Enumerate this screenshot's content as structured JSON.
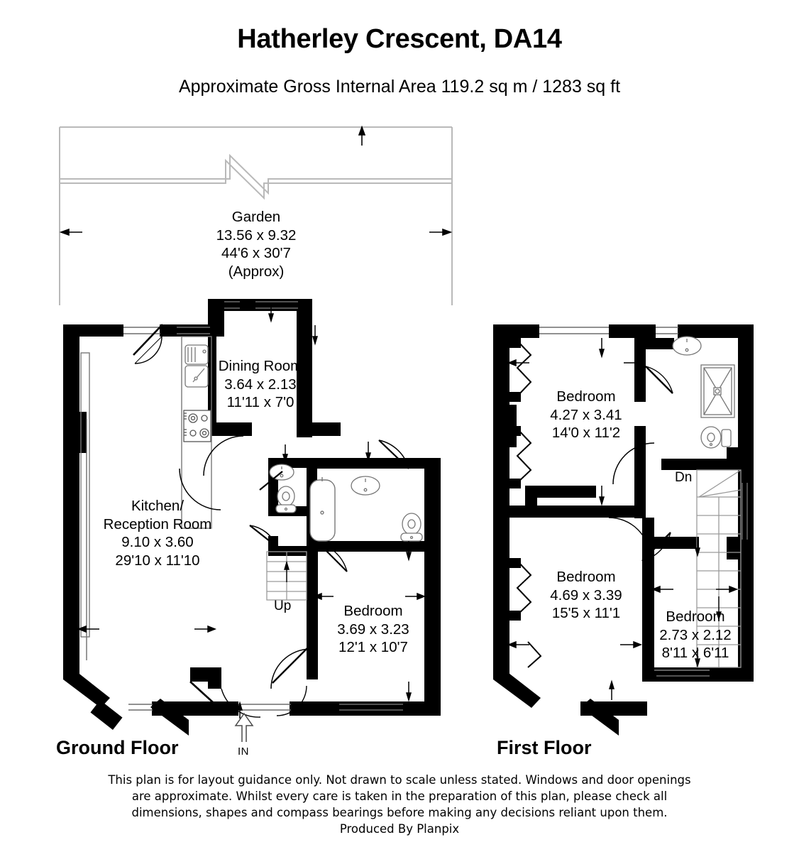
{
  "header": {
    "title": "Hatherley Crescent, DA14",
    "subtitle": "Approximate Gross Internal Area 119.2 sq m / 1283 sq ft"
  },
  "floors": [
    {
      "id": "ground",
      "label": "Ground Floor"
    },
    {
      "id": "first",
      "label": "First Floor"
    }
  ],
  "ground_floor": {
    "garden": {
      "name": "Garden",
      "metric": "13.56 x 9.32",
      "imperial": "44'6 x 30'7",
      "note": "(Approx)"
    },
    "dining_room": {
      "name": "Dining Room",
      "metric": "3.64 x 2.13",
      "imperial": "11'11 x 7'0"
    },
    "kitchen": {
      "name_line1": "Kitchen/",
      "name_line2": "Reception Room",
      "metric": "9.10 x 3.60",
      "imperial": "29'10 x 11'10"
    },
    "bedroom": {
      "name": "Bedroom",
      "metric": "3.69 x 3.23",
      "imperial": "12'1 x 10'7"
    },
    "stairs_label": "Up",
    "entrance_label": "IN"
  },
  "first_floor": {
    "bedroom_1": {
      "name": "Bedroom",
      "metric": "4.27 x 3.41",
      "imperial": "14'0 x 11'2"
    },
    "bedroom_2": {
      "name": "Bedroom",
      "metric": "4.69 x 3.39",
      "imperial": "15'5 x 11'1"
    },
    "bedroom_3": {
      "name": "Bedroom",
      "metric": "2.73 x 2.12",
      "imperial": "8'11 x 6'11"
    },
    "stairs_label": "Dn"
  },
  "footer": {
    "line1": "This plan is for layout guidance only. Not drawn to scale unless stated. Windows and door openings",
    "line2": "are approximate. Whilst every care is taken in the preparation of this plan, please check all",
    "line3": "dimensions, shapes and compass bearings before making any decisions reliant upon them.",
    "line4": "Produced By Planpix"
  },
  "colors": {
    "wall": "#000000",
    "background": "#ffffff",
    "fixture_line": "#555555",
    "garden_line": "#b9b9b9",
    "window_line": "#777777"
  }
}
